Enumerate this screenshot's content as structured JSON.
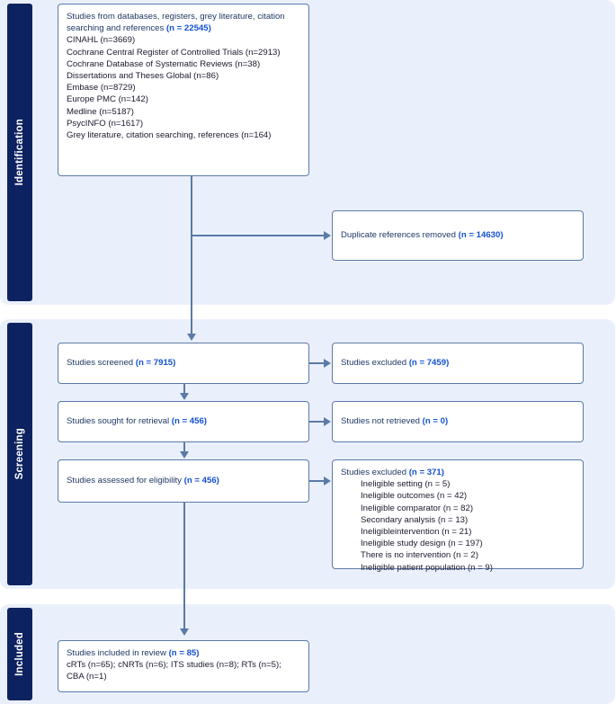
{
  "diagram": {
    "title": "PRISMA flow diagram",
    "colors": {
      "stage_tab_bg": "#0d2260",
      "stage_panel_bg": "#eaf0fb",
      "box_border": "#5b7aa7",
      "box_bg": "#ffffff",
      "heading_text": "#1f3864",
      "count_text": "#1250d2",
      "body_text": "#1a1a2e",
      "connector": "#5b7aa7"
    }
  },
  "stages": [
    {
      "id": "identification",
      "label": "Identification"
    },
    {
      "id": "screening",
      "label": "Screening"
    },
    {
      "id": "included",
      "label": "Included"
    }
  ],
  "boxes": {
    "identification": {
      "heading": "Studies from databases, registers, grey literature, citation searching and references ",
      "heading_count": "(n = 22545)",
      "sources": [
        "CINAHL (n=3669)",
        "Cochrane Central Register of Controlled Trials (n=2913)",
        "Cochrane Database of Systematic Reviews (n=38)",
        "Dissertations and Theses Global (n=86)",
        "Embase (n=8729)",
        "Europe PMC (n=142)",
        "Medline (n=5187)",
        "PsycINFO (n=1617)",
        "Grey literature, citation searching, references (n=164)"
      ]
    },
    "duplicates": {
      "heading": "Duplicate references removed ",
      "heading_count": "(n = 14630)"
    },
    "screened": {
      "heading": "Studies screened ",
      "heading_count": "(n = 7915)"
    },
    "excluded_screening": {
      "heading": "Studies excluded ",
      "heading_count": "(n = 7459)"
    },
    "retrieval": {
      "heading": "Studies sought for retrieval ",
      "heading_count": "(n = 456)"
    },
    "not_retrieved": {
      "heading": "Studies not retrieved ",
      "heading_count": "(n = 0)"
    },
    "eligibility": {
      "heading": "Studies assessed for eligibility ",
      "heading_count": "(n = 456)"
    },
    "excluded_eligibility": {
      "heading": "Studies excluded ",
      "heading_count": "(n = 371)",
      "reasons": [
        "Ineligible setting (n = 5)",
        "Ineligible outcomes (n = 42)",
        "Ineligible comparator (n = 82)",
        "Secondary analysis (n = 13)",
        "Ineligibleintervention (n = 21)",
        "Ineligible study design (n = 197)",
        "There is no intervention (n = 2)",
        "Ineligible patient population (n = 9)"
      ]
    },
    "included": {
      "heading": "Studies included in review ",
      "heading_count": "(n = 85)",
      "detail_line_1": "cRTs (n=65);  cNRTs (n=6); ITS studies (n=8); RTs (n=5);",
      "detail_line_2": "CBA (n=1)"
    }
  },
  "chart_data": {
    "type": "diagram",
    "title": "PRISMA 2020 flow diagram",
    "nodes": [
      {
        "id": "identification",
        "stage": "Identification",
        "label": "Studies from databases, registers, grey literature, citation searching and references",
        "n": 22545
      },
      {
        "id": "duplicates",
        "stage": "Identification",
        "label": "Duplicate references removed",
        "n": 14630
      },
      {
        "id": "screened",
        "stage": "Screening",
        "label": "Studies screened",
        "n": 7915
      },
      {
        "id": "excluded_screening",
        "stage": "Screening",
        "label": "Studies excluded",
        "n": 7459
      },
      {
        "id": "retrieval",
        "stage": "Screening",
        "label": "Studies sought for retrieval",
        "n": 456
      },
      {
        "id": "not_retrieved",
        "stage": "Screening",
        "label": "Studies not retrieved",
        "n": 0
      },
      {
        "id": "eligibility",
        "stage": "Screening",
        "label": "Studies assessed for eligibility",
        "n": 456
      },
      {
        "id": "excluded_eligibility",
        "stage": "Screening",
        "label": "Studies excluded",
        "n": 371
      },
      {
        "id": "included",
        "stage": "Included",
        "label": "Studies included in review",
        "n": 85
      }
    ],
    "edges": [
      {
        "from": "identification",
        "to": "duplicates"
      },
      {
        "from": "identification",
        "to": "screened"
      },
      {
        "from": "screened",
        "to": "excluded_screening"
      },
      {
        "from": "screened",
        "to": "retrieval"
      },
      {
        "from": "retrieval",
        "to": "not_retrieved"
      },
      {
        "from": "retrieval",
        "to": "eligibility"
      },
      {
        "from": "eligibility",
        "to": "excluded_eligibility"
      },
      {
        "from": "eligibility",
        "to": "included"
      }
    ],
    "source_counts": {
      "CINAHL": 3669,
      "Cochrane Central Register of Controlled Trials": 2913,
      "Cochrane Database of Systematic Reviews": 38,
      "Dissertations and Theses Global": 86,
      "Embase": 8729,
      "Europe PMC": 142,
      "Medline": 5187,
      "PsycINFO": 1617,
      "Grey literature, citation searching, references": 164
    },
    "exclusion_reason_counts": {
      "Ineligible setting": 5,
      "Ineligible outcomes": 42,
      "Ineligible comparator": 82,
      "Secondary analysis": 13,
      "Ineligibleintervention": 21,
      "Ineligible study design": 197,
      "There is no intervention": 2,
      "Ineligible patient population": 9
    },
    "included_study_designs": {
      "cRTs": 65,
      "cNRTs": 6,
      "ITS studies": 8,
      "RTs": 5,
      "CBA": 1
    }
  }
}
